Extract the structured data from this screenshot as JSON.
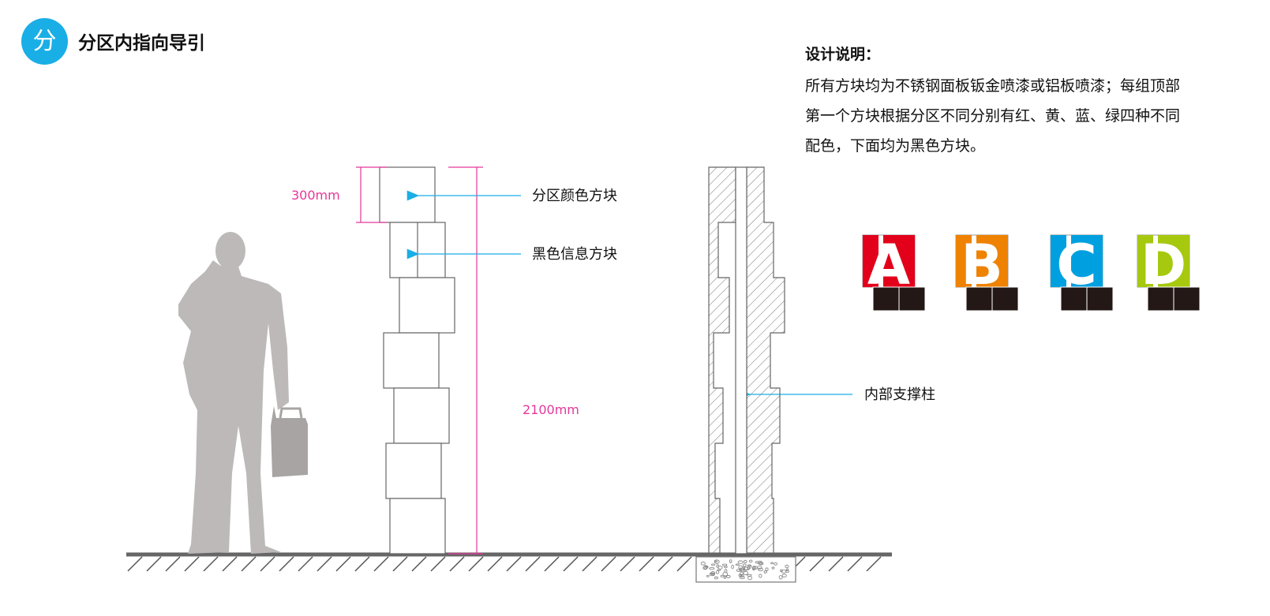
{
  "header": {
    "badge": "分",
    "title": "分区内指向导引"
  },
  "description": {
    "heading": "设计说明：",
    "lines": [
      "所有方块均为不锈钢面板钣金喷漆或铝板喷漆；每组顶部",
      "第一个方块根据分区不同分别有红、黄、蓝、绿四种不同",
      "配色，下面均为黑色方块。"
    ]
  },
  "callouts": {
    "color_block": "分区颜色方块",
    "info_block": "黑色信息方块",
    "support_column": "内部支撑柱"
  },
  "dimensions": {
    "top_block": "300mm",
    "total_height": "2100mm"
  },
  "variants": [
    {
      "letter": "A",
      "color": "#e3001b"
    },
    {
      "letter": "B",
      "color": "#ef8200"
    },
    {
      "letter": "C",
      "color": "#00a0e0"
    },
    {
      "letter": "D",
      "color": "#a6c90f"
    }
  ],
  "colors": {
    "accent_blue": "#1aaee6",
    "dimension_pink": "#e5379a",
    "silhouette_gray": "#bdb9b9",
    "black_block": "#231816"
  }
}
